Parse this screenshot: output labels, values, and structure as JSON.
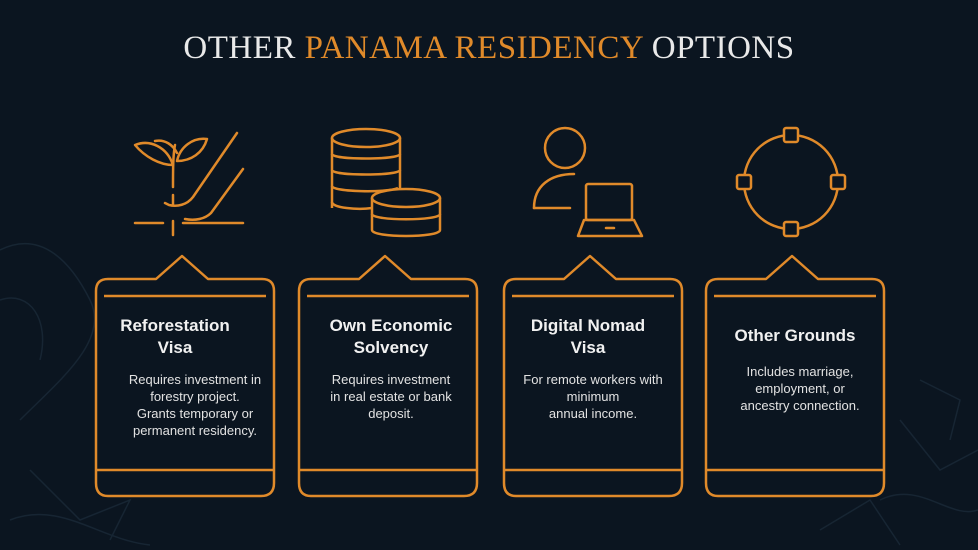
{
  "title": {
    "prefix": "OTHER ",
    "highlight": "PANAMA RESIDENCY",
    "suffix": " OPTIONS"
  },
  "colors": {
    "background": "#0b1520",
    "accent": "#e08a2a",
    "text": "#e9e9e9"
  },
  "cards": [
    {
      "icon": "seedling-hand-icon",
      "title_line1": "Reforestation",
      "title_line2": "Visa",
      "desc_line1": "Requires investment in",
      "desc_line2": "forestry project.",
      "desc_line3": "Grants temporary or",
      "desc_line4": "permanent residency."
    },
    {
      "icon": "coin-stacks-icon",
      "title_line1": "Own Economic",
      "title_line2": "Solvency",
      "desc_line1": "Requires investment",
      "desc_line2": "in real estate or bank",
      "desc_line3": "deposit.",
      "desc_line4": ""
    },
    {
      "icon": "person-laptop-icon",
      "title_line1": "Digital Nomad",
      "title_line2": "Visa",
      "desc_line1": "For remote workers with",
      "desc_line2": "minimum",
      "desc_line3": "annual income.",
      "desc_line4": ""
    },
    {
      "icon": "circle-nodes-icon",
      "title_line1": "Other Grounds",
      "title_line2": "",
      "desc_line1": "Includes marriage,",
      "desc_line2": "employment, or",
      "desc_line3": "ancestry connection.",
      "desc_line4": ""
    }
  ]
}
